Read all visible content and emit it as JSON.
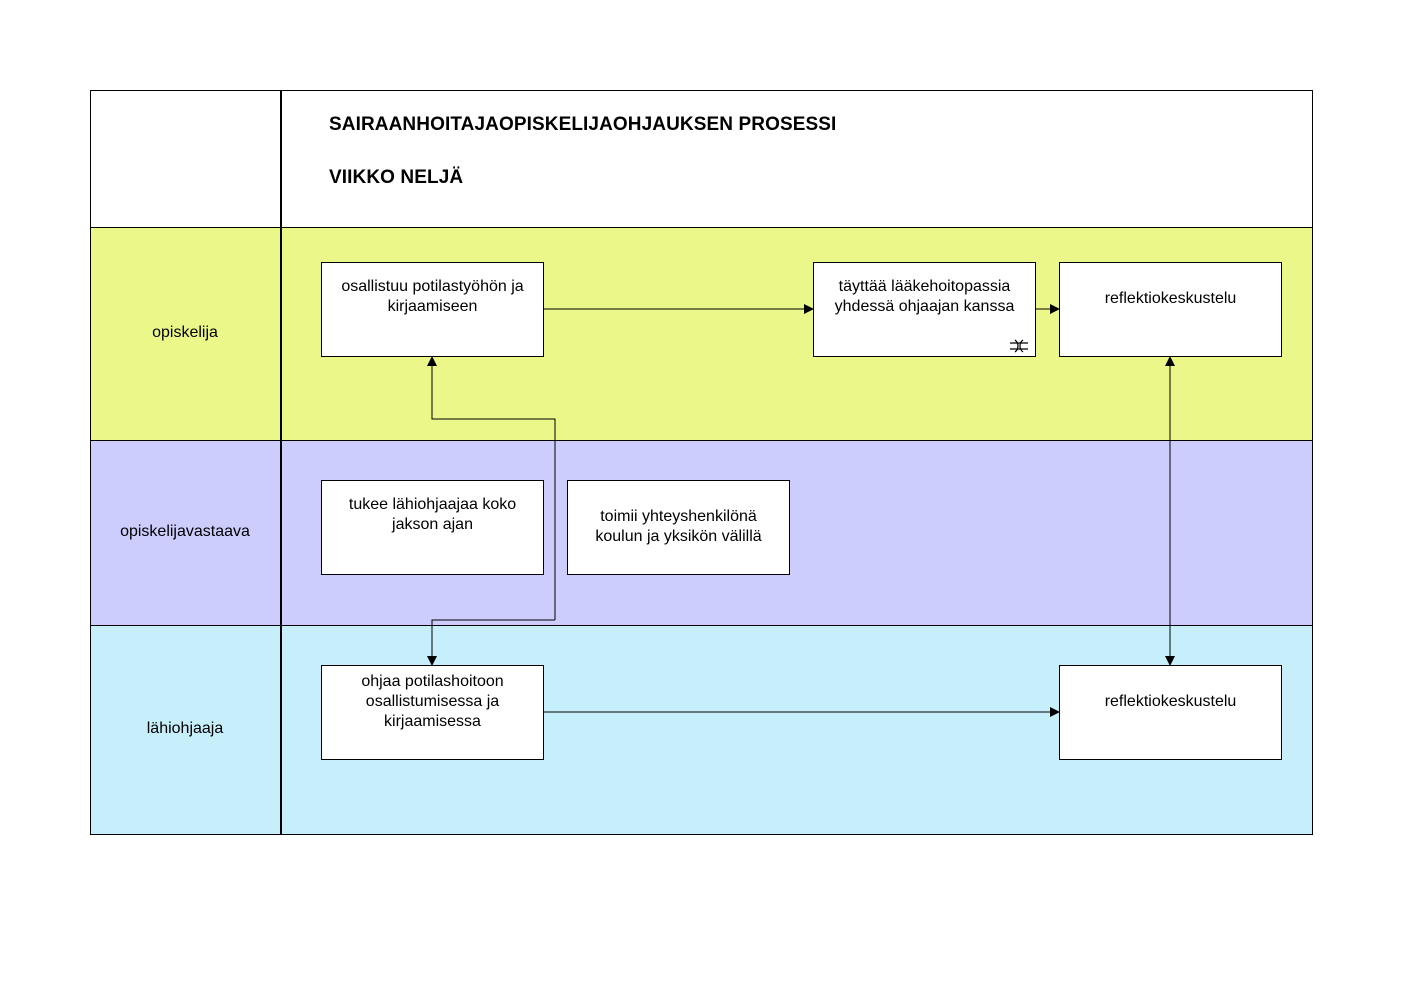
{
  "header": {
    "title": "SAIRAANHOITAJAOPISKELIJAOHJAUKSEN PROSESSI",
    "subtitle": "VIIKKO NELJÄ"
  },
  "lanes": [
    {
      "label": "opiskelija",
      "color": "#ebf788"
    },
    {
      "label": "opiskelijavastaava",
      "color": "#cccdfd"
    },
    {
      "label": "lähiohjaaja",
      "color": "#c6eefb"
    }
  ],
  "tasks": {
    "participate": "osallistuu potilastyöhön ja kirjaamiseen",
    "medication_passport": "täyttää lääkehoitopassia yhdessä ohjaajan kanssa",
    "reflection_student": "reflektiokeskustelu",
    "support_supervisor": "tukee lähiohjaajaa koko jakson ajan",
    "contact_person": "toimii yhteyshenkilönä koulun ja yksikön välillä",
    "guide_care": "ohjaa potilashoitoon osallistumisessa ja kirjaamisessa",
    "reflection_supervisor": "reflektiokeskustelu"
  },
  "icons": {
    "subprocess": "subprocess-icon"
  }
}
